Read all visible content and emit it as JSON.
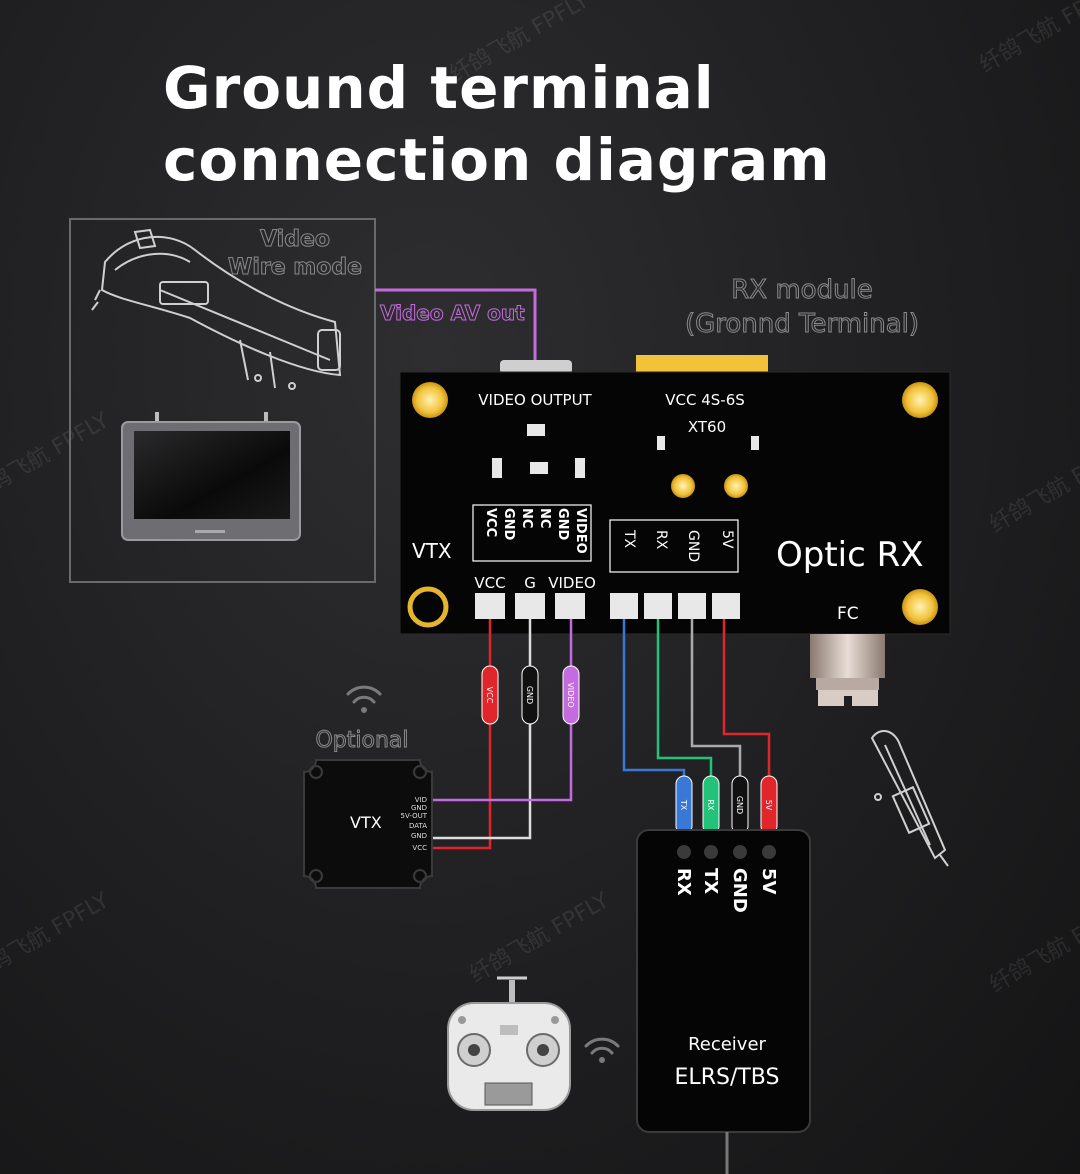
{
  "title": {
    "line1": "Ground terminal",
    "line2": "connection diagram"
  },
  "watermark_text": "纤鸽飞航 FPFLY",
  "goggles_panel": {
    "mode_line1": "Video",
    "mode_line2": "Wire mode"
  },
  "video_out_label": "Video AV out",
  "rx_module": {
    "line1": "RX module",
    "line2": "(Gronnd Terminal)"
  },
  "board": {
    "video_output_label": "VIDEO OUTPUT",
    "vcc_label": "VCC  4S-6S",
    "connector_label": "XT60",
    "vtx_label": "VTX",
    "name": "Optic RX",
    "fc_label": "FC",
    "vtx_header_pins": [
      "VCC",
      "GND",
      "NC",
      "NC",
      "GND",
      "VIDEO"
    ],
    "fc_header_pins": [
      "TX",
      "RX",
      "GND",
      "5V"
    ],
    "vtx_port_labels": [
      "VCC",
      "G",
      "VIDEO"
    ]
  },
  "wire_tags_vtx": [
    "VCC",
    "GND",
    "VIDEO"
  ],
  "optional_label": "Optional",
  "vtx_module": {
    "name": "VTX",
    "pins": [
      "VID",
      "GND",
      "5V-OUT",
      "DATA",
      "GND",
      "VCC"
    ]
  },
  "wire_tags_rx": [
    "TX",
    "RX",
    "GND",
    "5V"
  ],
  "receiver": {
    "pins": [
      "RX",
      "TX",
      "GND",
      "5V"
    ],
    "line1": "Receiver",
    "line2": "ELRS/TBS"
  },
  "colors": {
    "red": "#e0262b",
    "black": "#111111",
    "purple": "#c56be0",
    "blue": "#3a78d8",
    "green": "#22c27a",
    "gold": "#f2c33a",
    "board": "#050505"
  }
}
